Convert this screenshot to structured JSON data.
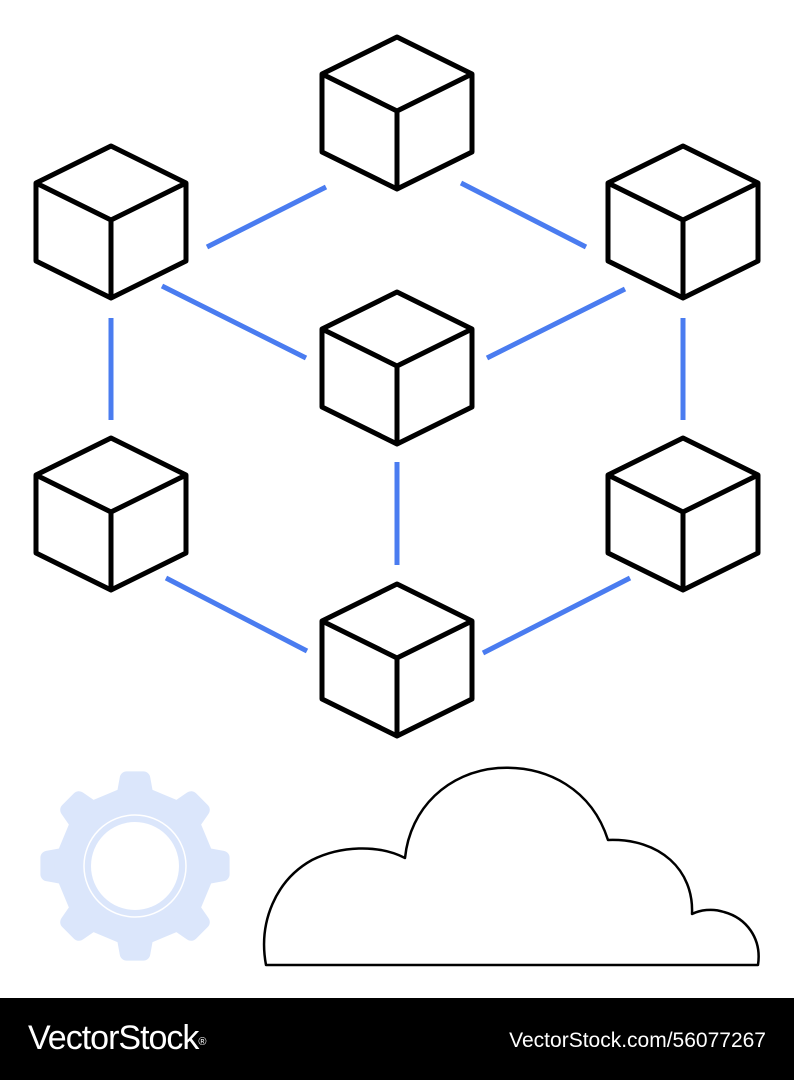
{
  "footer": {
    "brand": "VectorStock",
    "brand_registered": "®",
    "image_id": "VectorStock.com/56077267"
  },
  "colors": {
    "cube_stroke": "#000000",
    "link_line": "#4a7cf0",
    "gear_fill": "#dbe6fb",
    "gear_ring": "#ffffff",
    "cloud_stroke": "#000000",
    "footer_background": "#000000",
    "footer_text": "#ffffff"
  },
  "icons": {
    "nodes": "cube-icon",
    "links": "connector-line",
    "settings": "gear-icon",
    "cloud": "cloud-icon"
  }
}
